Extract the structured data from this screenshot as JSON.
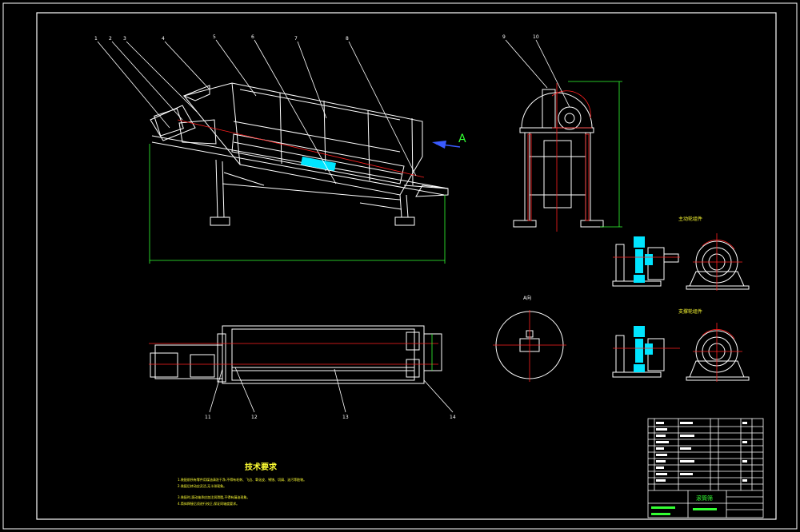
{
  "drawing": {
    "view_label_a": "A",
    "view_a_title": "A向",
    "detail_title_1": "主动轮组件",
    "detail_title_2": "支撑轮组件",
    "tech_title": "技术要求",
    "tech_lines": [
      "1.装配前所有零件用煤油清洗干净,不得有毛刺、飞边、氧化皮、锈蚀、切屑、油污等脏物。",
      "2.装配后转动应灵活,无卡滞现象。",
      "3.装配时,滚动轴承应加注润滑脂,不得有漏油现象。",
      "4.筒体焊接后须进行校正,保证同轴度要求。"
    ],
    "callouts_top": [
      "1",
      "2",
      "3",
      "4",
      "5",
      "6",
      "7",
      "8"
    ],
    "callouts_right": [
      "9",
      "10"
    ],
    "callouts_bottom": [
      "11",
      "12",
      "13",
      "14"
    ],
    "colors": {
      "line": "#ffffff",
      "red": "#ff2020",
      "cyan": "#00e5ff",
      "green": "#33ff33",
      "blue": "#3a5bff",
      "yellow": "#ffff33",
      "magenta": "#ff33ff"
    }
  },
  "title_block": {
    "name": "滚筒筛"
  }
}
